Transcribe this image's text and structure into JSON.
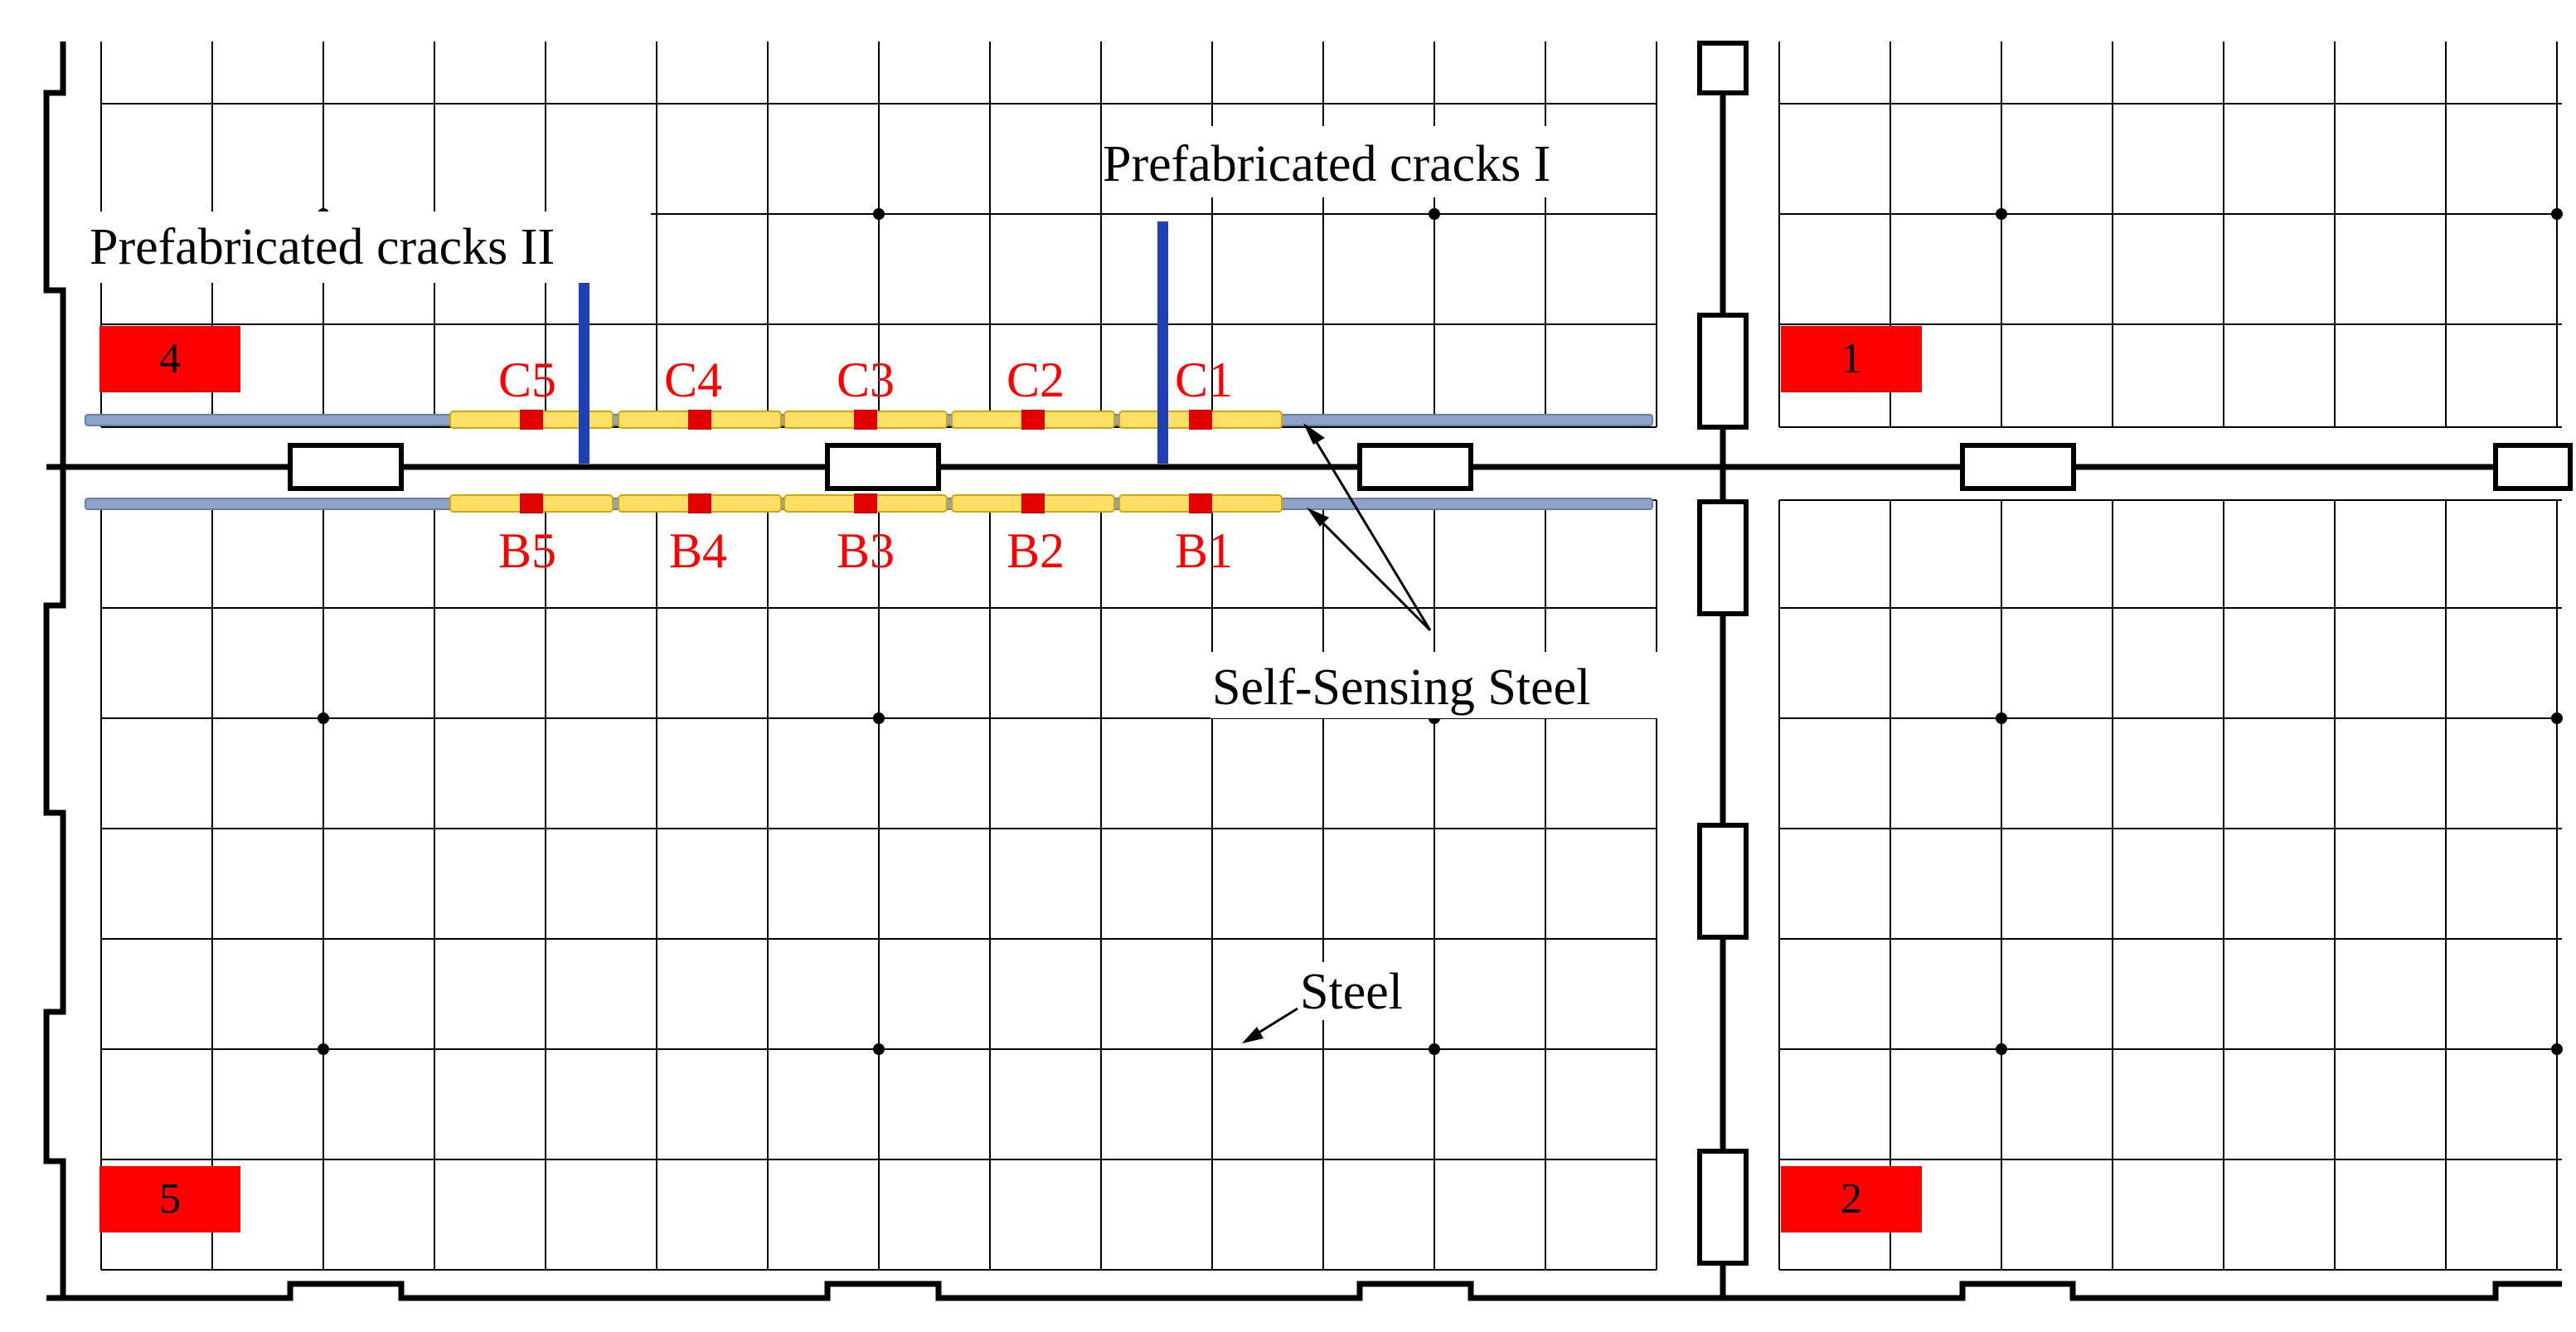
{
  "labels": {
    "crack_one": "Prefabricated cracks I",
    "crack_two": "Prefabricated cracks II",
    "self_sensing": "Self-Sensing Steel",
    "steel": "Steel"
  },
  "panels": {
    "top_right": "1",
    "bottom_right": "2",
    "top_left": "4",
    "bottom_left": "5"
  },
  "sensors": {
    "upper": [
      "C5",
      "C4",
      "C3",
      "C2",
      "C1"
    ],
    "lower": [
      "B5",
      "B4",
      "B3",
      "B2",
      "B1"
    ]
  },
  "colors": {
    "line": "#000000",
    "label_fill": "#ff0000",
    "sensor_tag": "#ff0000",
    "bar": "#8ea3c8",
    "sensor_segment": "#ffe066",
    "sensor_dot": "#e00000",
    "crack": "#1f3fb4"
  }
}
